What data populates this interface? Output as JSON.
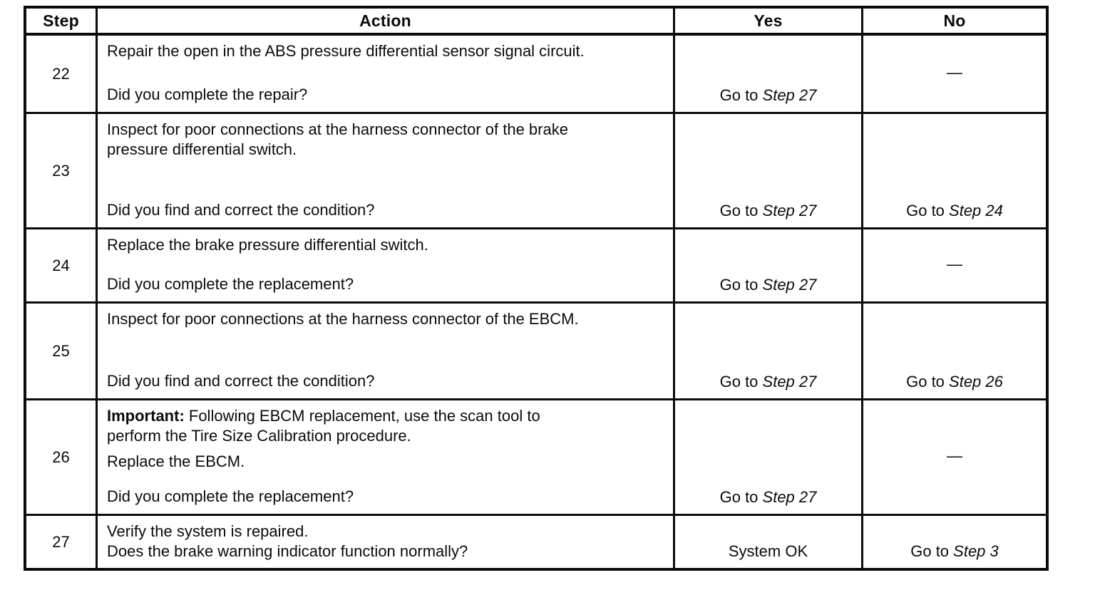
{
  "table": {
    "headers": {
      "step": "Step",
      "action": "Action",
      "yes": "Yes",
      "no": "No"
    },
    "rows": [
      {
        "step": "22",
        "action": {
          "line1": "Repair the open in the ABS pressure differential sensor signal circuit.",
          "question": "Did you complete the repair?"
        },
        "yes": {
          "prefix": "Go to ",
          "ref": "Step 27"
        },
        "no": {
          "dash": "—"
        }
      },
      {
        "step": "23",
        "action": {
          "line1": "Inspect for poor connections at the harness connector of the brake\npressure differential switch.",
          "question": "Did you find and correct the condition?"
        },
        "yes": {
          "prefix": "Go to ",
          "ref": "Step 27"
        },
        "no": {
          "prefix": "Go to ",
          "ref": "Step 24"
        }
      },
      {
        "step": "24",
        "action": {
          "line1": "Replace the brake pressure differential switch.",
          "question": "Did you complete the replacement?"
        },
        "yes": {
          "prefix": "Go to ",
          "ref": "Step 27"
        },
        "no": {
          "dash": "—"
        }
      },
      {
        "step": "25",
        "action": {
          "line1": "Inspect for poor connections at the harness connector of the EBCM.",
          "question": "Did you find and correct the condition?"
        },
        "yes": {
          "prefix": "Go to ",
          "ref": "Step 27"
        },
        "no": {
          "prefix": "Go to ",
          "ref": "Step 26"
        }
      },
      {
        "step": "26",
        "action": {
          "important_label": "Important:",
          "important_text": " Following EBCM replacement, use the scan tool to\nperform the Tire Size Calibration procedure.",
          "line2": "Replace the EBCM.",
          "question": "Did you complete the replacement?"
        },
        "yes": {
          "prefix": "Go to ",
          "ref": "Step 27"
        },
        "no": {
          "dash": "—"
        }
      },
      {
        "step": "27",
        "action": {
          "line1": "Verify the system is repaired.",
          "question": "Does the brake warning indicator function normally?"
        },
        "yes": {
          "text": "System OK"
        },
        "no": {
          "prefix": "Go to ",
          "ref": "Step 3"
        }
      }
    ]
  }
}
